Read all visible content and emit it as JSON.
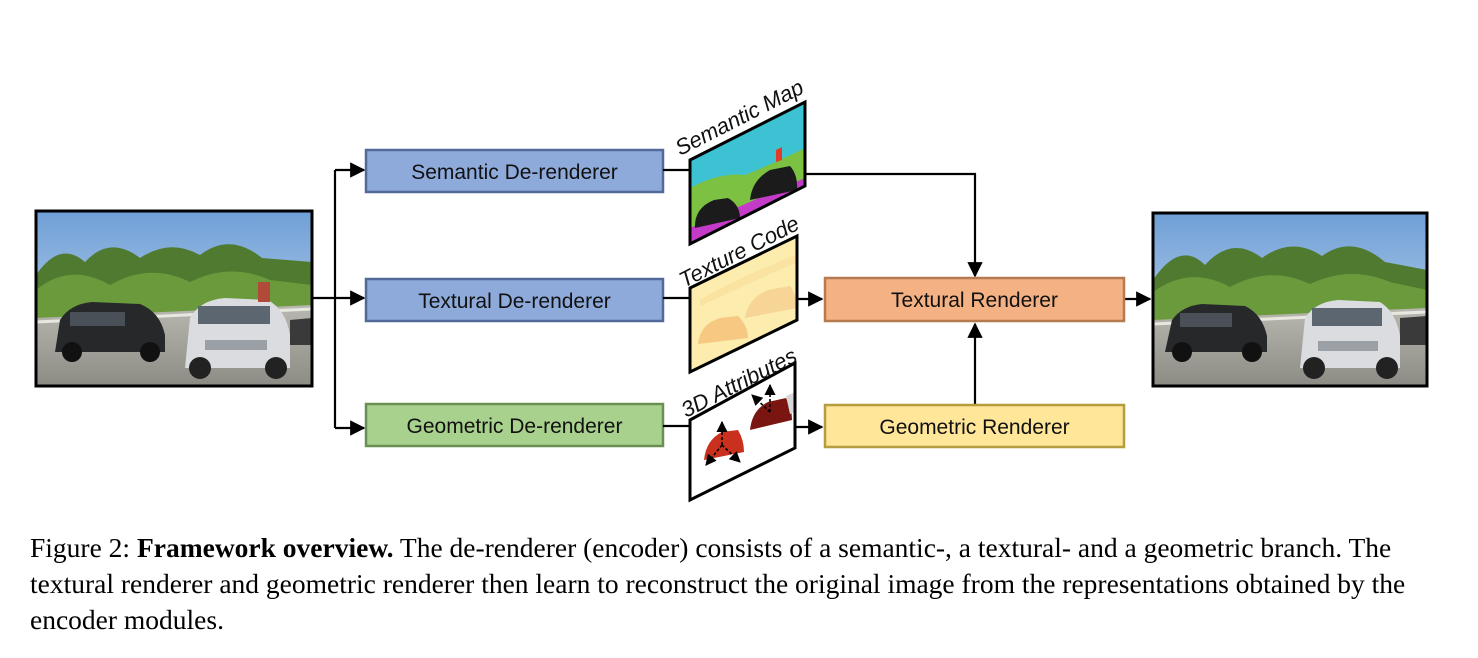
{
  "diagram": {
    "encoders": {
      "semantic": "Semantic De-renderer",
      "textural": "Textural De-renderer",
      "geometric": "Geometric De-renderer"
    },
    "representations": {
      "semantic": "Semantic Map",
      "texture": "Texture Code",
      "attributes": "3D Attributes"
    },
    "renderers": {
      "textural": "Textural Renderer",
      "geometric": "Geometric Renderer"
    },
    "colors": {
      "semantic_box": "#8eaadb",
      "textural_box": "#8eaadb",
      "geometric_box": "#a9d18e",
      "textural_renderer": "#f4b183",
      "geometric_renderer": "#ffe699"
    }
  },
  "caption": {
    "prefix": "Figure 2: ",
    "bold": "Framework overview.",
    "text": " The de-renderer (encoder) consists of a semantic-, a textural- and a geometric branch. The textural renderer and geometric renderer then learn to reconstruct the original image from the representations obtained by the encoder modules."
  }
}
